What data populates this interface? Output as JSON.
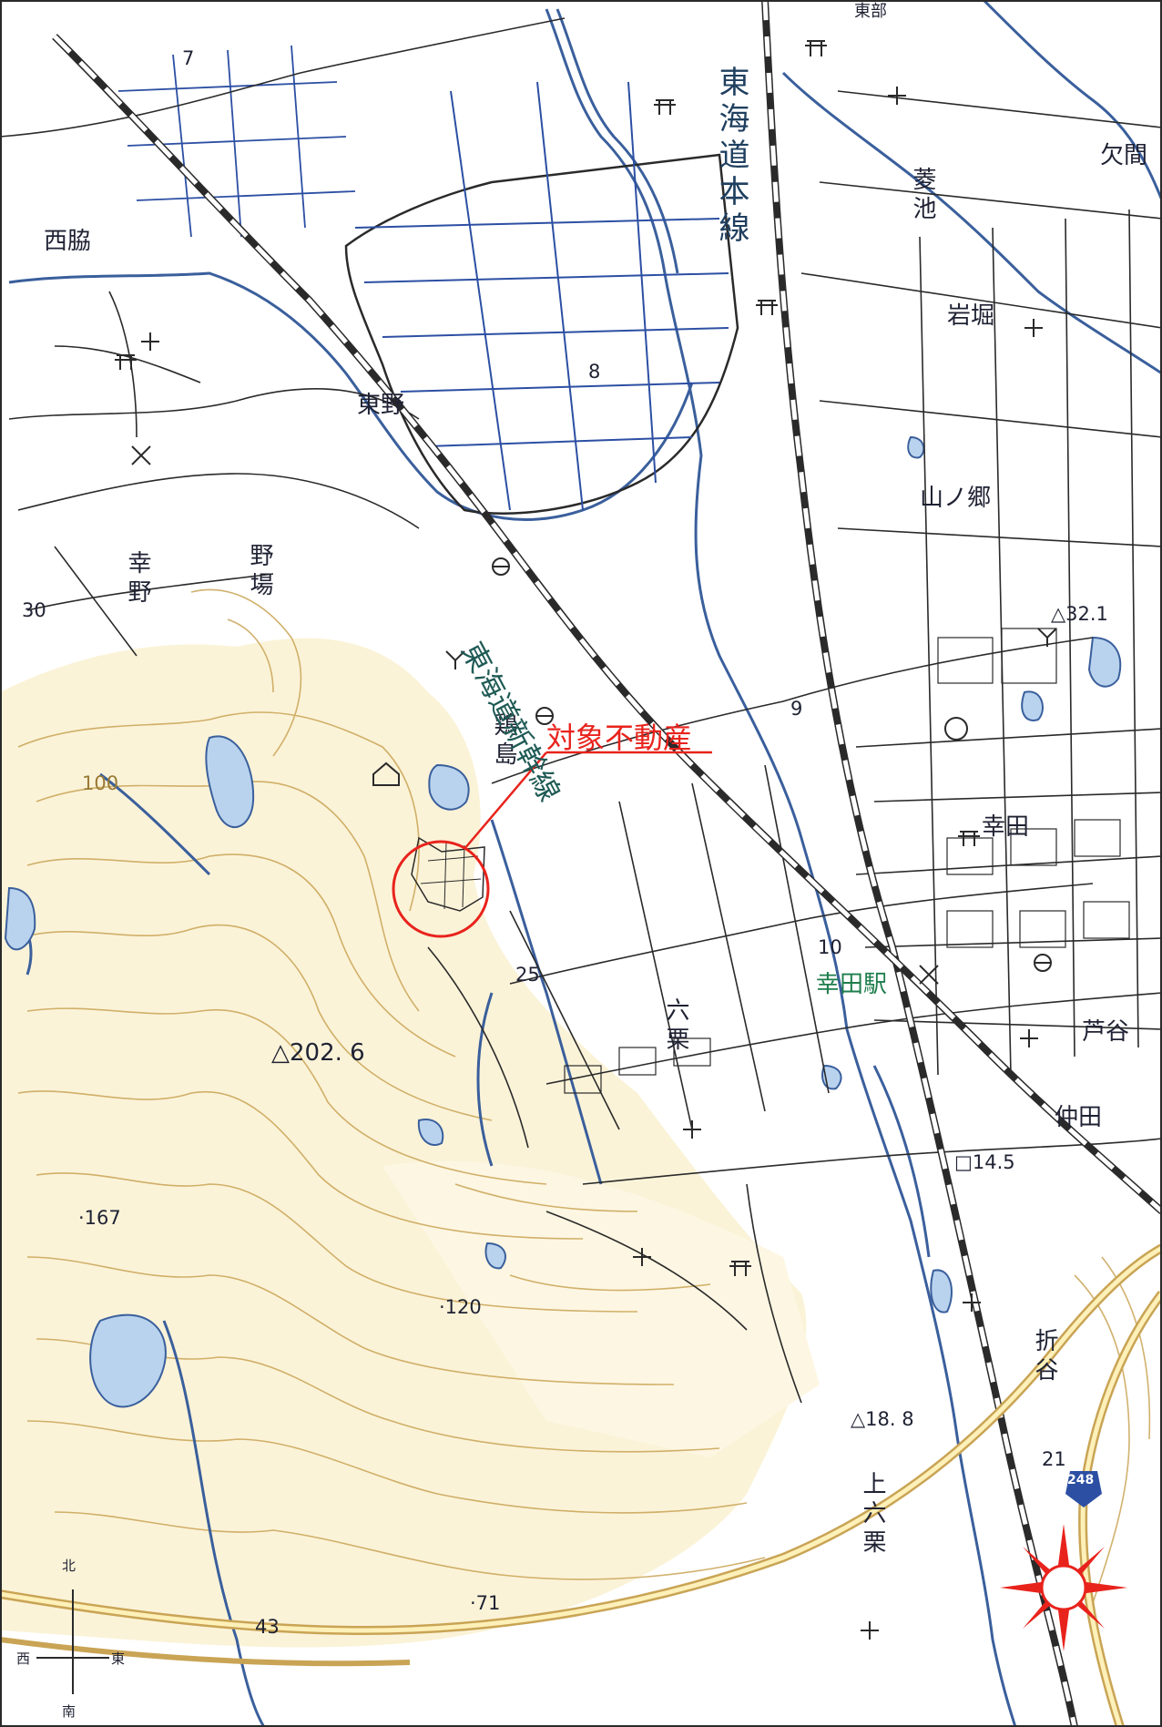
{
  "map": {
    "place_labels": {
      "nishiwaki": "西脇",
      "higashino": "東野",
      "kozono": "幸野",
      "noba": "野場",
      "torijima": "鶏島",
      "rikuri": "六栗",
      "kami_rikuri": "上六栗",
      "hishiike": "菱池",
      "iwabori": "岩堀",
      "yamanogo": "山ノ郷",
      "koda": "幸田",
      "ashiya": "芦谷",
      "nakata": "仲田",
      "oriya": "折谷",
      "kema": "欠間",
      "tobu": "東部"
    },
    "rail_labels": {
      "tokaido_main_line": "東海道本線",
      "tokaido_shinkansen": "東海道新幹線",
      "koda_station": "幸田駅"
    },
    "elevations": {
      "e30": "30",
      "e7": "7",
      "e8": "8",
      "e9": "9",
      "e10": "10",
      "e25": "25",
      "e100": "100",
      "e120": "·120",
      "e167": "·167",
      "e71": "·71",
      "e43": "43",
      "e21": "21",
      "peak_202": "△202. 6",
      "peak_32": "△32.1",
      "peak_18": "△18. 8",
      "bm_14": "□14.5"
    },
    "route_number": "248",
    "target_label": "対象不動産",
    "compass_small": {
      "north": "北",
      "south": "南",
      "west": "西",
      "east": "東"
    },
    "colors": {
      "target_red": "#e8231c",
      "contour_brown": "#c9a455",
      "hill_tint": "#fbf3d8",
      "water_blue": "#3a5f9c",
      "pond_fill": "#b9d3ee",
      "road_black": "#2a2a2a",
      "route_blue": "#2c4fa3"
    }
  }
}
